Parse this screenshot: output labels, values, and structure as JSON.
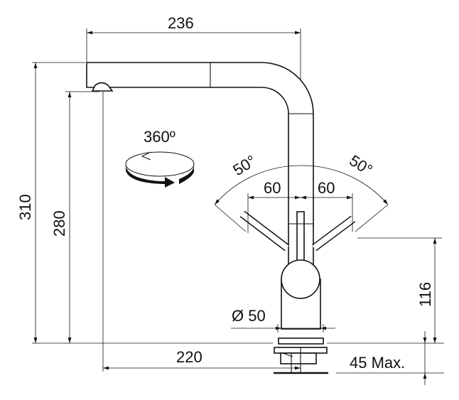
{
  "dimensions": {
    "total_reach": "236",
    "total_height": "310",
    "spout_height": "280",
    "spout_reach": "220",
    "lever_height": "116",
    "base_diameter": "Ø 50",
    "deck_thickness": "45 Max.",
    "lever_left_offset": "60",
    "lever_right_offset": "60",
    "lever_left_angle": "50°",
    "lever_right_angle": "50°",
    "swivel": "360º"
  },
  "colors": {
    "line": "#111111",
    "background": "#ffffff"
  }
}
